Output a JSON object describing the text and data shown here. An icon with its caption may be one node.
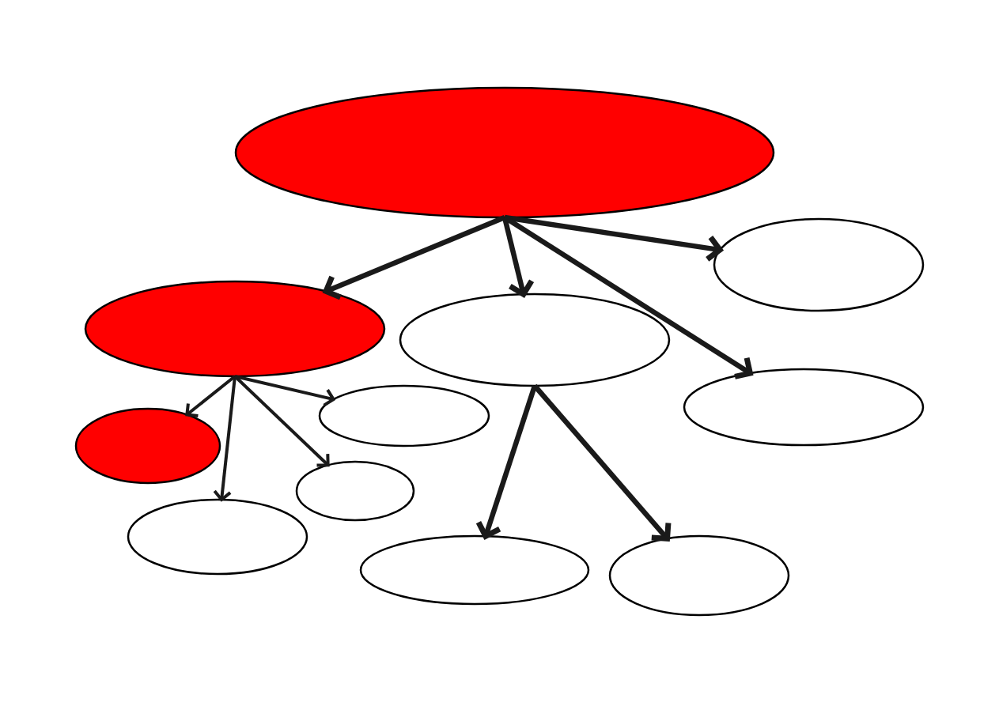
{
  "diagram": {
    "nodes": [
      {
        "text": [],
        "shape": "ellipse"
      },
      {
        "text": [],
        "shape": "ellipse"
      },
      {
        "text": [],
        "shape": "ellipse"
      },
      {
        "text": [],
        "shape": "ellipse"
      },
      {
        "text": [],
        "shape": "ellipse"
      },
      {
        "text": [],
        "shape": "ellipse"
      },
      {
        "text": [],
        "shape": "ellipse"
      },
      {
        "text": [],
        "shape": "ellipse"
      },
      {
        "text": [],
        "shape": "ellipse"
      },
      {
        "text": [],
        "shape": "ellipse"
      },
      {
        "text": [],
        "shape": "ellipse"
      }
    ],
    "edges": [
      {
        "from": 0,
        "to": 2,
        "arrow": "to"
      },
      {
        "from": 0,
        "to": 3,
        "arrow": "to"
      },
      {
        "from": 0,
        "to": 1,
        "arrow": "to"
      },
      {
        "from": 0,
        "to": 4,
        "arrow": "to"
      },
      {
        "from": 2,
        "to": 6,
        "arrow": "to"
      },
      {
        "from": 2,
        "to": 8,
        "arrow": "to"
      },
      {
        "from": 2,
        "to": 7,
        "arrow": "to"
      },
      {
        "from": 2,
        "to": 5,
        "arrow": "to"
      },
      {
        "from": 3,
        "to": 9,
        "arrow": "to"
      },
      {
        "from": 3,
        "to": 10,
        "arrow": "to"
      }
    ]
  }
}
